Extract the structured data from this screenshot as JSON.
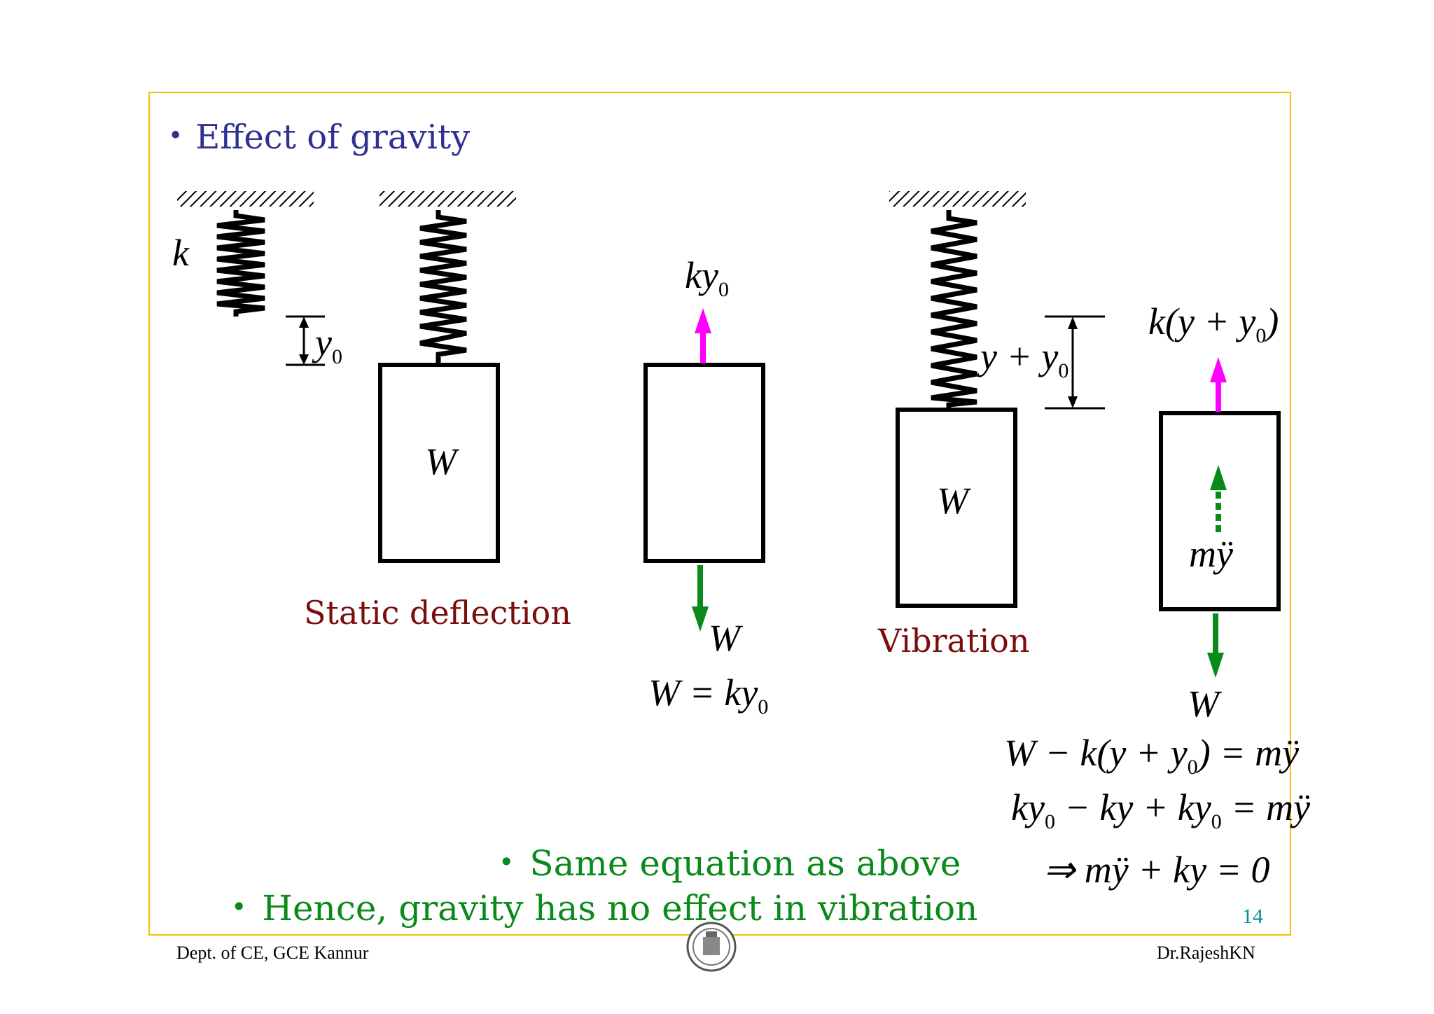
{
  "slide": {
    "title": "Effect of gravity",
    "labels": {
      "spring_constant": "k",
      "deflection": "y",
      "deflection_sub": "0",
      "weight": "W",
      "spring_force": "ky",
      "spring_force_sub": "0",
      "vib_disp": "y + y",
      "vib_disp_sub": "0",
      "vib_force": "k(y + y",
      "vib_force_sub": "0",
      "vib_force_close": ")",
      "inertia": "mÿ",
      "weight_arrow_1": "W",
      "weight_arrow_2": "W"
    },
    "captions": {
      "static": "Static deflection",
      "vibration": "Vibration"
    },
    "equations": {
      "static_eq": "W = ky",
      "static_eq_sub": "0",
      "eq1_a": "W − k(y + y",
      "eq1_sub": "0",
      "eq1_b": ") = mÿ",
      "eq2_a": "ky",
      "eq2_sub1": "0",
      "eq2_b": " − ky + ky",
      "eq2_sub2": "0",
      "eq2_c": " = mÿ",
      "eq3": "⇒ mÿ + ky = 0"
    },
    "bullets": [
      "Same equation as above",
      "Hence, gravity has no effect in vibration"
    ],
    "page_number": "14"
  },
  "footer": {
    "left": "Dept. of CE, GCE Kannur",
    "right": "Dr.RajeshKN"
  },
  "colors": {
    "frame": "#f2c200",
    "title": "#2e3192",
    "caption": "#7b0d0d",
    "green": "#0a8a1a",
    "magenta": "#ff00ff",
    "page_number": "#0a8ca0"
  },
  "icons": [
    "college-logo"
  ]
}
